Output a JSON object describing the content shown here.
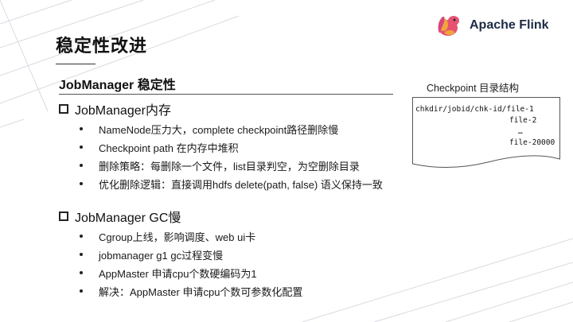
{
  "slide": {
    "title": "稳定性改进",
    "subtitle": "JobManager 稳定性",
    "logo": {
      "icon": "flink-squirrel-icon",
      "text": "Apache Flink"
    },
    "sections": [
      {
        "heading": "JobManager内存",
        "bullets": [
          "NameNode压力大，complete checkpoint路径删除慢",
          "Checkpoint path 在内存中堆积",
          "删除策略：每删除一个文件，list目录判空，为空删除目录",
          "优化删除逻辑：直接调用hdfs delete(path, false) 语义保持一致"
        ]
      },
      {
        "heading": "JobManager GC慢",
        "bullets": [
          "Cgroup上线，影响调度、web ui卡",
          "jobmanager g1 gc过程变慢",
          "AppMaster 申请cpu个数硬编码为1",
          "解决：AppMaster 申请cpu个数可参数化配置"
        ]
      }
    ],
    "checkpoint": {
      "title": "Checkpoint 目录结构",
      "lines": [
        "chkdir/jobid/chk-id/file-1",
        "file-2",
        "…",
        "file-20000"
      ]
    },
    "colors": {
      "logo_text": "#1d2b44",
      "squirrel_pink": "#e6526f",
      "squirrel_orange": "#f0a53b"
    }
  }
}
